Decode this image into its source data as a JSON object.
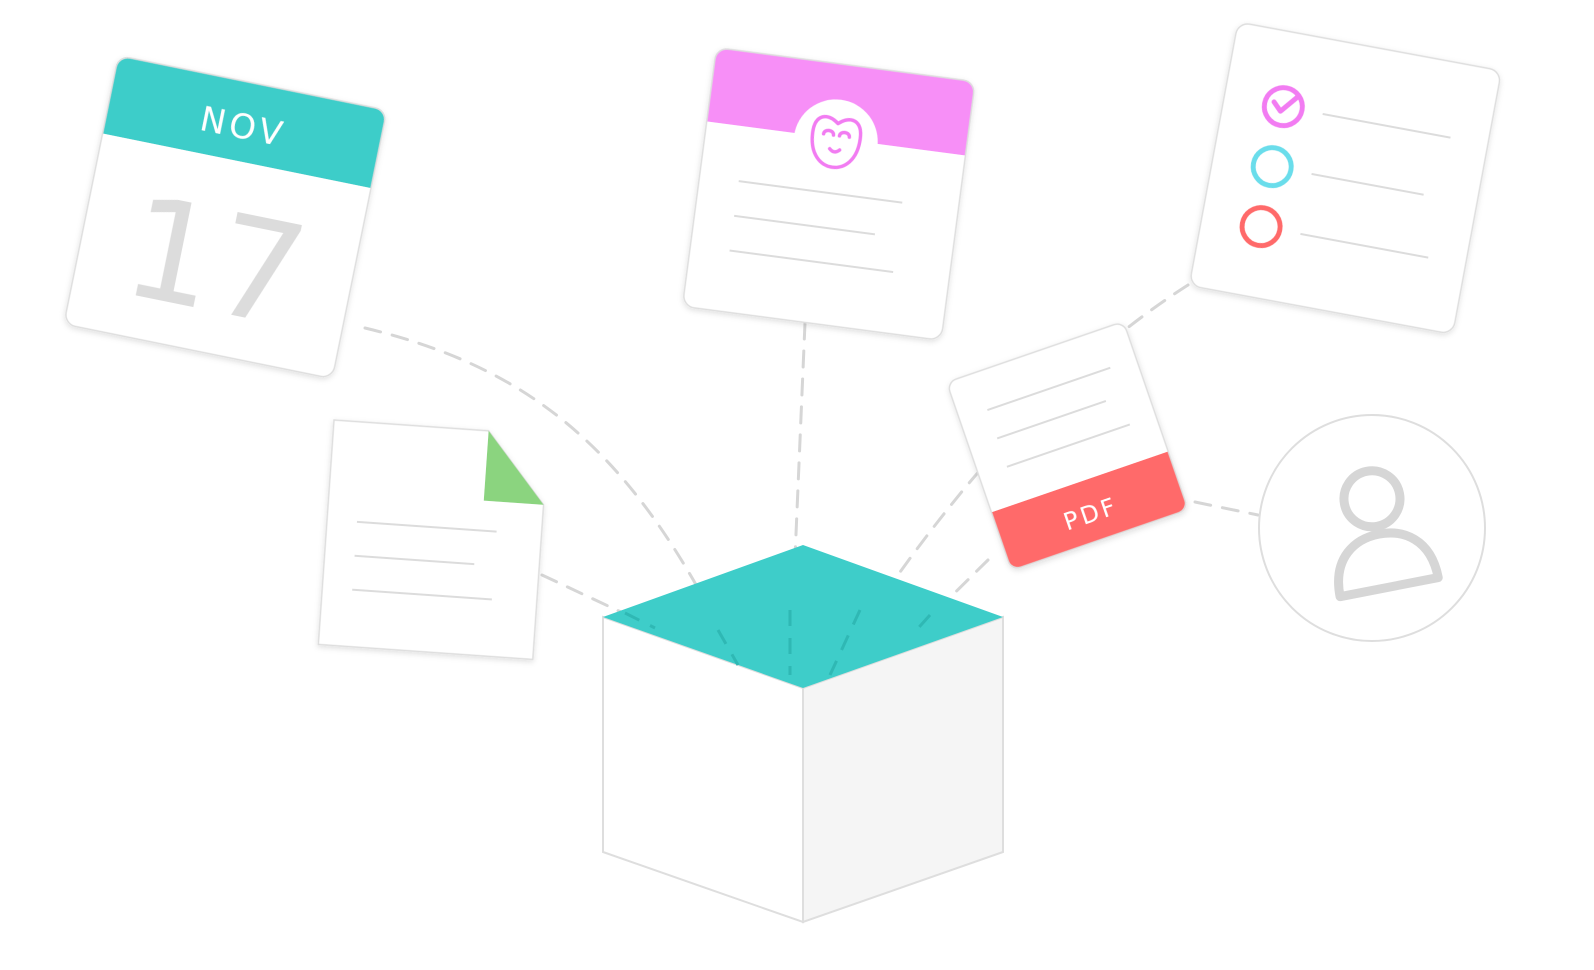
{
  "calendar": {
    "month": "NOV",
    "day": "17",
    "header_color": "#3ECDC9"
  },
  "profile_card": {
    "header_color": "#F78FF7",
    "icon": "owl-face-icon"
  },
  "document": {
    "corner_color": "#8BD47F"
  },
  "pdf": {
    "label": "PDF",
    "band_color": "#FF6B6B"
  },
  "checklist": {
    "circle_colors": [
      "#F27CF2",
      "#6ADDEB",
      "#FF6B6B"
    ],
    "icons": [
      "checkmark-icon",
      "empty-circle-icon",
      "empty-circle-icon"
    ]
  },
  "user": {
    "icon": "user-avatar-icon"
  },
  "box": {
    "top_color": "#3ECDC9",
    "icon": "open-box-icon"
  }
}
